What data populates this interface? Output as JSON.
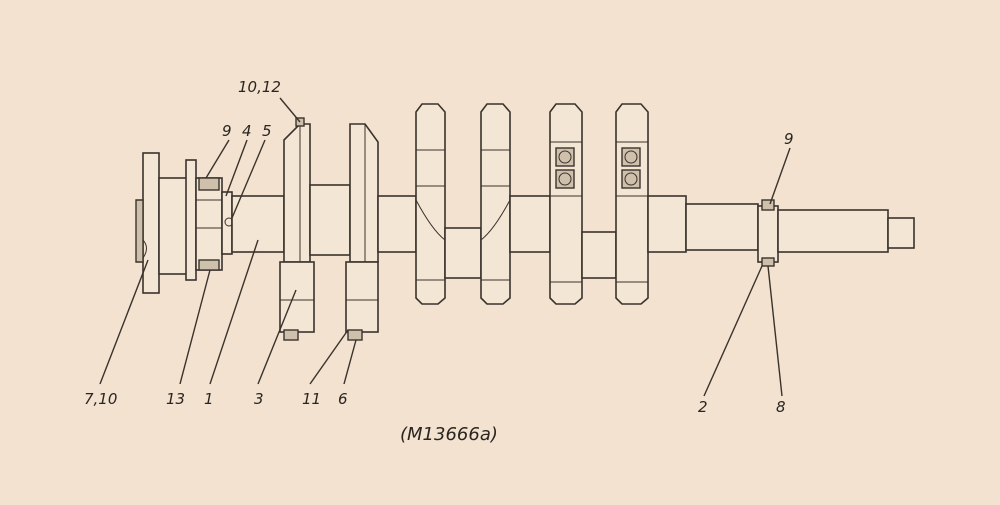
{
  "callouts": [
    {
      "id": "label-10-12",
      "text": "10,12"
    },
    {
      "id": "label-9-left",
      "text": "9"
    },
    {
      "id": "label-4",
      "text": "4"
    },
    {
      "id": "label-5",
      "text": "5"
    },
    {
      "id": "label-9-right",
      "text": "9"
    },
    {
      "id": "label-7-10",
      "text": "7,10"
    },
    {
      "id": "label-13",
      "text": "13"
    },
    {
      "id": "label-1",
      "text": "1"
    },
    {
      "id": "label-3",
      "text": "3"
    },
    {
      "id": "label-11",
      "text": "11"
    },
    {
      "id": "label-6",
      "text": "6"
    },
    {
      "id": "label-2",
      "text": "2"
    },
    {
      "id": "label-8",
      "text": "8"
    }
  ],
  "figure_code": "(M13666a)",
  "colors": {
    "paper": "#f2e2cf",
    "ink": "#3a332d"
  }
}
